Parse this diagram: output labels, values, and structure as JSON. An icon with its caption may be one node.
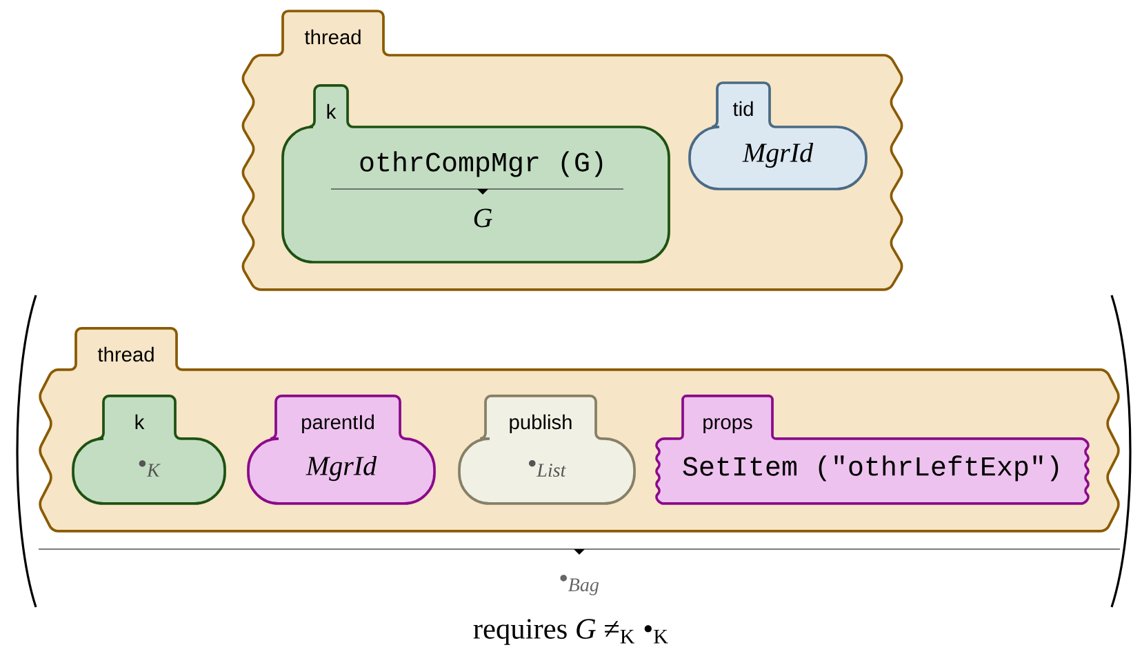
{
  "diagram": {
    "nodes": [
      {
        "text": [
          "thread"
        ]
      },
      {
        "text": [
          "k",
          "othrCompMgr (G)",
          "G"
        ],
        "in": 0
      },
      {
        "text": [
          "tid",
          "MgrId"
        ],
        "in": 0
      },
      {
        "text": [
          "thread"
        ]
      },
      {
        "text": [
          "k",
          "•$_{K}$"
        ],
        "in": 3
      },
      {
        "text": [
          "parentId",
          "MgrId"
        ],
        "in": 3
      },
      {
        "text": [
          "publish",
          "•$_{List}$"
        ],
        "in": 3
      },
      {
        "text": [
          "props",
          "SetItem (\"othrLeftExp\")"
        ],
        "in": 3
      }
    ],
    "labels": [
      "•$_{Bag}$",
      "requires *G* ≠$_{K}$ •$_{K}$"
    ]
  }
}
